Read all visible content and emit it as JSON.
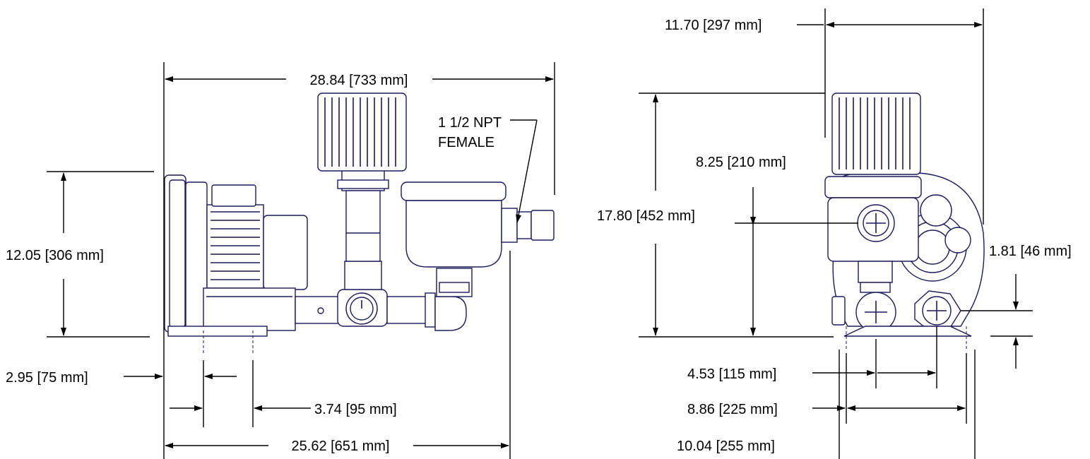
{
  "dimensions": {
    "side_overall_length": "28.84 [733 mm]",
    "side_height": "12.05 [306 mm]",
    "npt_line1": "1 1/2 NPT",
    "npt_line2": "FEMALE",
    "side_foot_offset": "2.95 [75 mm]",
    "side_foot_spacing": "3.74 [95 mm]",
    "side_base_length": "25.62 [651 mm]",
    "front_width_top": "11.70 [297 mm]",
    "front_port_height": "8.25 [210 mm]",
    "front_overall_height": "17.80 [452 mm]",
    "front_port_offset": "1.81 [46 mm]",
    "front_foot_inner": "4.53 [115 mm]",
    "front_foot_spacing": "8.86 [225 mm]",
    "front_base_width": "10.04 [255 mm]"
  },
  "colors": {
    "outline": "#1a1a5e",
    "dimension": "#000000"
  }
}
